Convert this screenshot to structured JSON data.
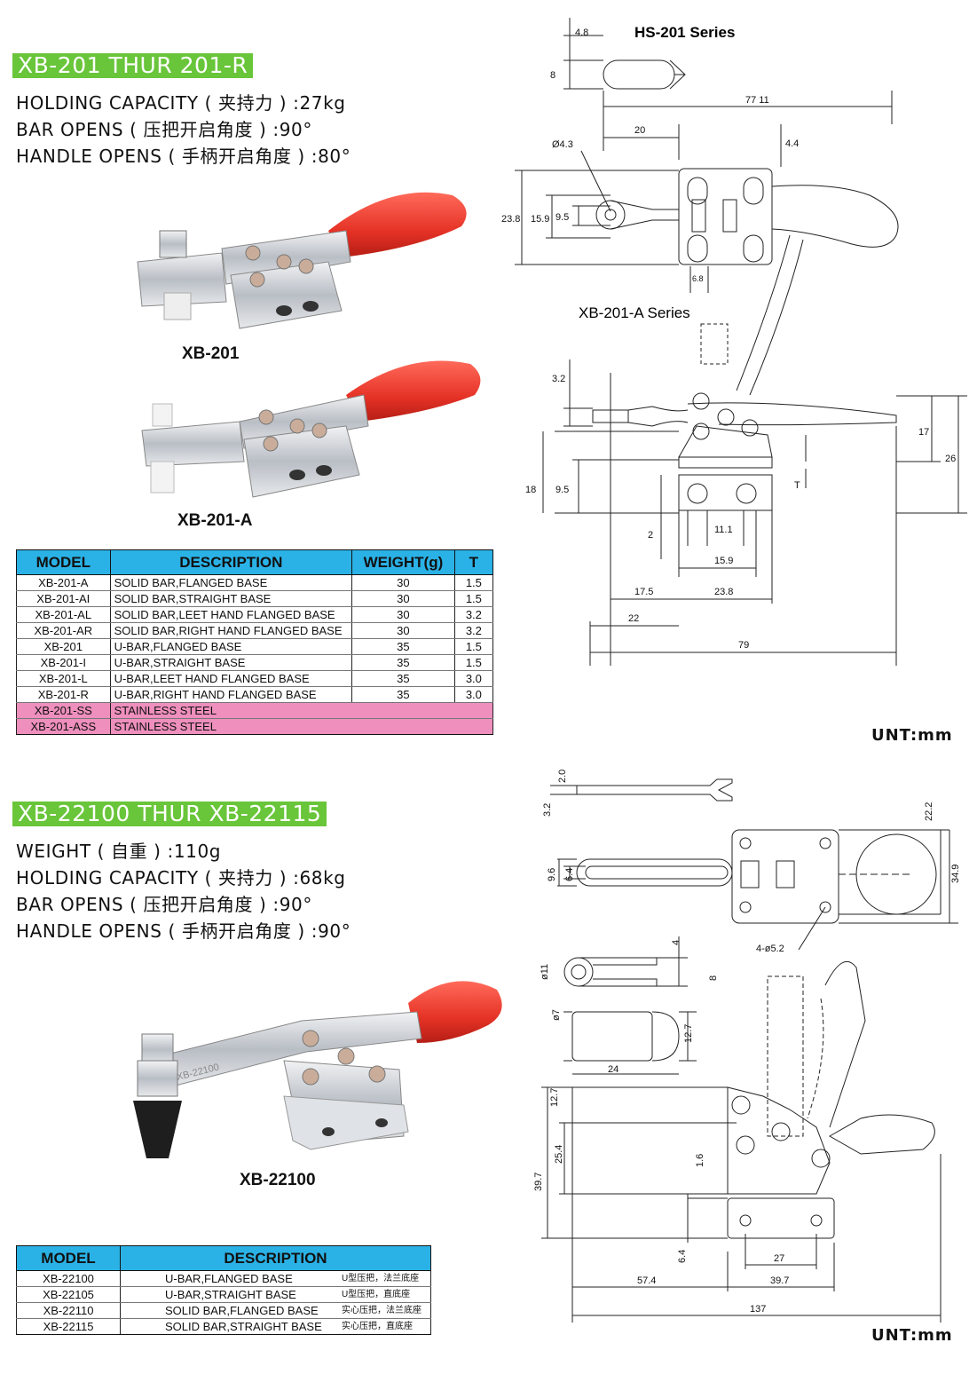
{
  "section1": {
    "title": "XB-201 THUR 201-R",
    "specs": [
      "HOLDING CAPACITY ( 夹持力 ) :27kg",
      "BAR OPENS ( 压把开启角度 ) :90°",
      "HANDLE OPENS ( 手柄开启角度 ) :80°"
    ],
    "captions": [
      "XB-201",
      "XB-201-A"
    ],
    "table": {
      "headers": [
        "MODEL",
        "DESCRIPTION",
        "WEIGHT(g)",
        "T"
      ],
      "rows": [
        [
          "XB-201-A",
          "SOLID BAR,FLANGED BASE",
          "30",
          "1.5"
        ],
        [
          "XB-201-AI",
          "SOLID BAR,STRAIGHT BASE",
          "30",
          "1.5"
        ],
        [
          "XB-201-AL",
          "SOLID BAR,LEET HAND FLANGED BASE",
          "30",
          "3.2"
        ],
        [
          "XB-201-AR",
          "SOLID BAR,RIGHT HAND FLANGED BASE",
          "30",
          "3.2"
        ],
        [
          "XB-201",
          "U-BAR,FLANGED BASE",
          "35",
          "1.5"
        ],
        [
          "XB-201-I",
          "U-BAR,STRAIGHT BASE",
          "35",
          "1.5"
        ],
        [
          "XB-201-L",
          "U-BAR,LEET HAND FLANGED BASE",
          "35",
          "3.0"
        ],
        [
          "XB-201-R",
          "U-BAR,RIGHT HAND FLANGED BASE",
          "35",
          "3.0"
        ],
        [
          "XB-201-SS",
          "STAINLESS STEEL",
          "",
          ""
        ],
        [
          "XB-201-ASS",
          "STAINLESS STEEL",
          "",
          ""
        ]
      ]
    },
    "drawing": {
      "series_top": "HS-201 Series",
      "series_mid": "XB-201-A Series",
      "dims_top": [
        "4.8",
        "8",
        "77 11",
        "20",
        "Ø4.3",
        "4.4",
        "23.8",
        "15.9",
        "9.5",
        "6.8"
      ],
      "dims_side": [
        "3.2",
        "17",
        "26",
        "18",
        "9.5",
        "T",
        "2",
        "11.1",
        "15.9",
        "17.5",
        "23.8",
        "22",
        "79"
      ]
    },
    "unit": "UNT:mm"
  },
  "section2": {
    "title": "XB-22100 THUR XB-22115",
    "specs": [
      "WEIGHT ( 自重 ) :110g",
      "HOLDING CAPACITY ( 夹持力 ) :68kg",
      "BAR OPENS ( 压把开启角度 ) :90°",
      "HANDLE OPENS ( 手柄开启角度 ) :90°"
    ],
    "caption": "XB-22100",
    "product_mark": "XB-22100",
    "table": {
      "headers": [
        "MODEL",
        "DESCRIPTION"
      ],
      "rows": [
        [
          "XB-22100",
          "U-BAR,FLANGED BASE",
          "U型压把，法兰底座"
        ],
        [
          "XB-22105",
          "U-BAR,STRAIGHT BASE",
          "U型压把，直底座"
        ],
        [
          "XB-22110",
          "SOLID BAR,FLANGED BASE",
          "实心压把，法兰底座"
        ],
        [
          "XB-22115",
          "SOLID BAR,STRAIGHT BASE",
          "实心压把，直底座"
        ]
      ]
    },
    "drawing": {
      "dims": [
        "2.0",
        "3.2",
        "22.2",
        "9.6",
        "6.4",
        "34.9",
        "4-ø5.2",
        "4",
        "ø11",
        "8",
        "ø7",
        "12.7",
        "24",
        "12.7",
        "25.4",
        "1.6",
        "39.7",
        "6.4",
        "27",
        "57.4",
        "39.7",
        "137"
      ]
    },
    "unit": "UNT:mm"
  },
  "colors": {
    "title_green": "#69c53a",
    "header_blue": "#2ab2e6",
    "stainless_pink": "#ee8fbd",
    "handle_red": "#e53226"
  }
}
